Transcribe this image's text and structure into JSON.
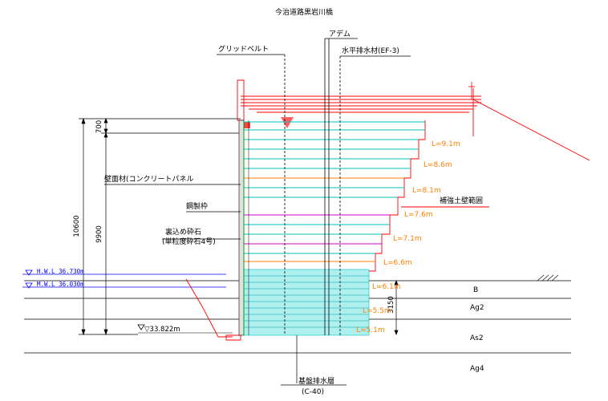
{
  "title": "今治道路黒岩川橋",
  "labels": {
    "grid_belt": "グリッドベルト",
    "adem": "アデム",
    "drain": "水平排水材(EF-3)",
    "wall_face": "壁面材(コンクリートパネル",
    "steel_frame": "鋼製枠",
    "backfill_1": "裏込め砕石",
    "backfill_2": "(単粒度砕石4号)",
    "reinforce_range": "補強土壁範囲",
    "base_drain_1": "基盤排水層",
    "base_drain_2": "(C-40)"
  },
  "dims": {
    "d700": "700",
    "d9900": "9900",
    "d10600": "10600",
    "d3150": "3150"
  },
  "levels": {
    "hwl": "H.W.L 36.730m",
    "mwl": "M.W.L 36.030m",
    "base": "▽33.822m"
  },
  "lengths": [
    "L=9.1m",
    "L=8.6m",
    "L=8.1m",
    "L=7.6m",
    "L=7.1m",
    "L=6.6m",
    "L=6.1m",
    "L=5.5m",
    "L=5.1m"
  ],
  "layers": [
    "B",
    "Ag2",
    "As2",
    "Ag4"
  ],
  "colors": {
    "red": "#ff0000",
    "orange": "#ff8000",
    "cyan": "#00c0c0",
    "magenta": "#d000d0",
    "blue": "#0000ff",
    "green": "#008000"
  }
}
